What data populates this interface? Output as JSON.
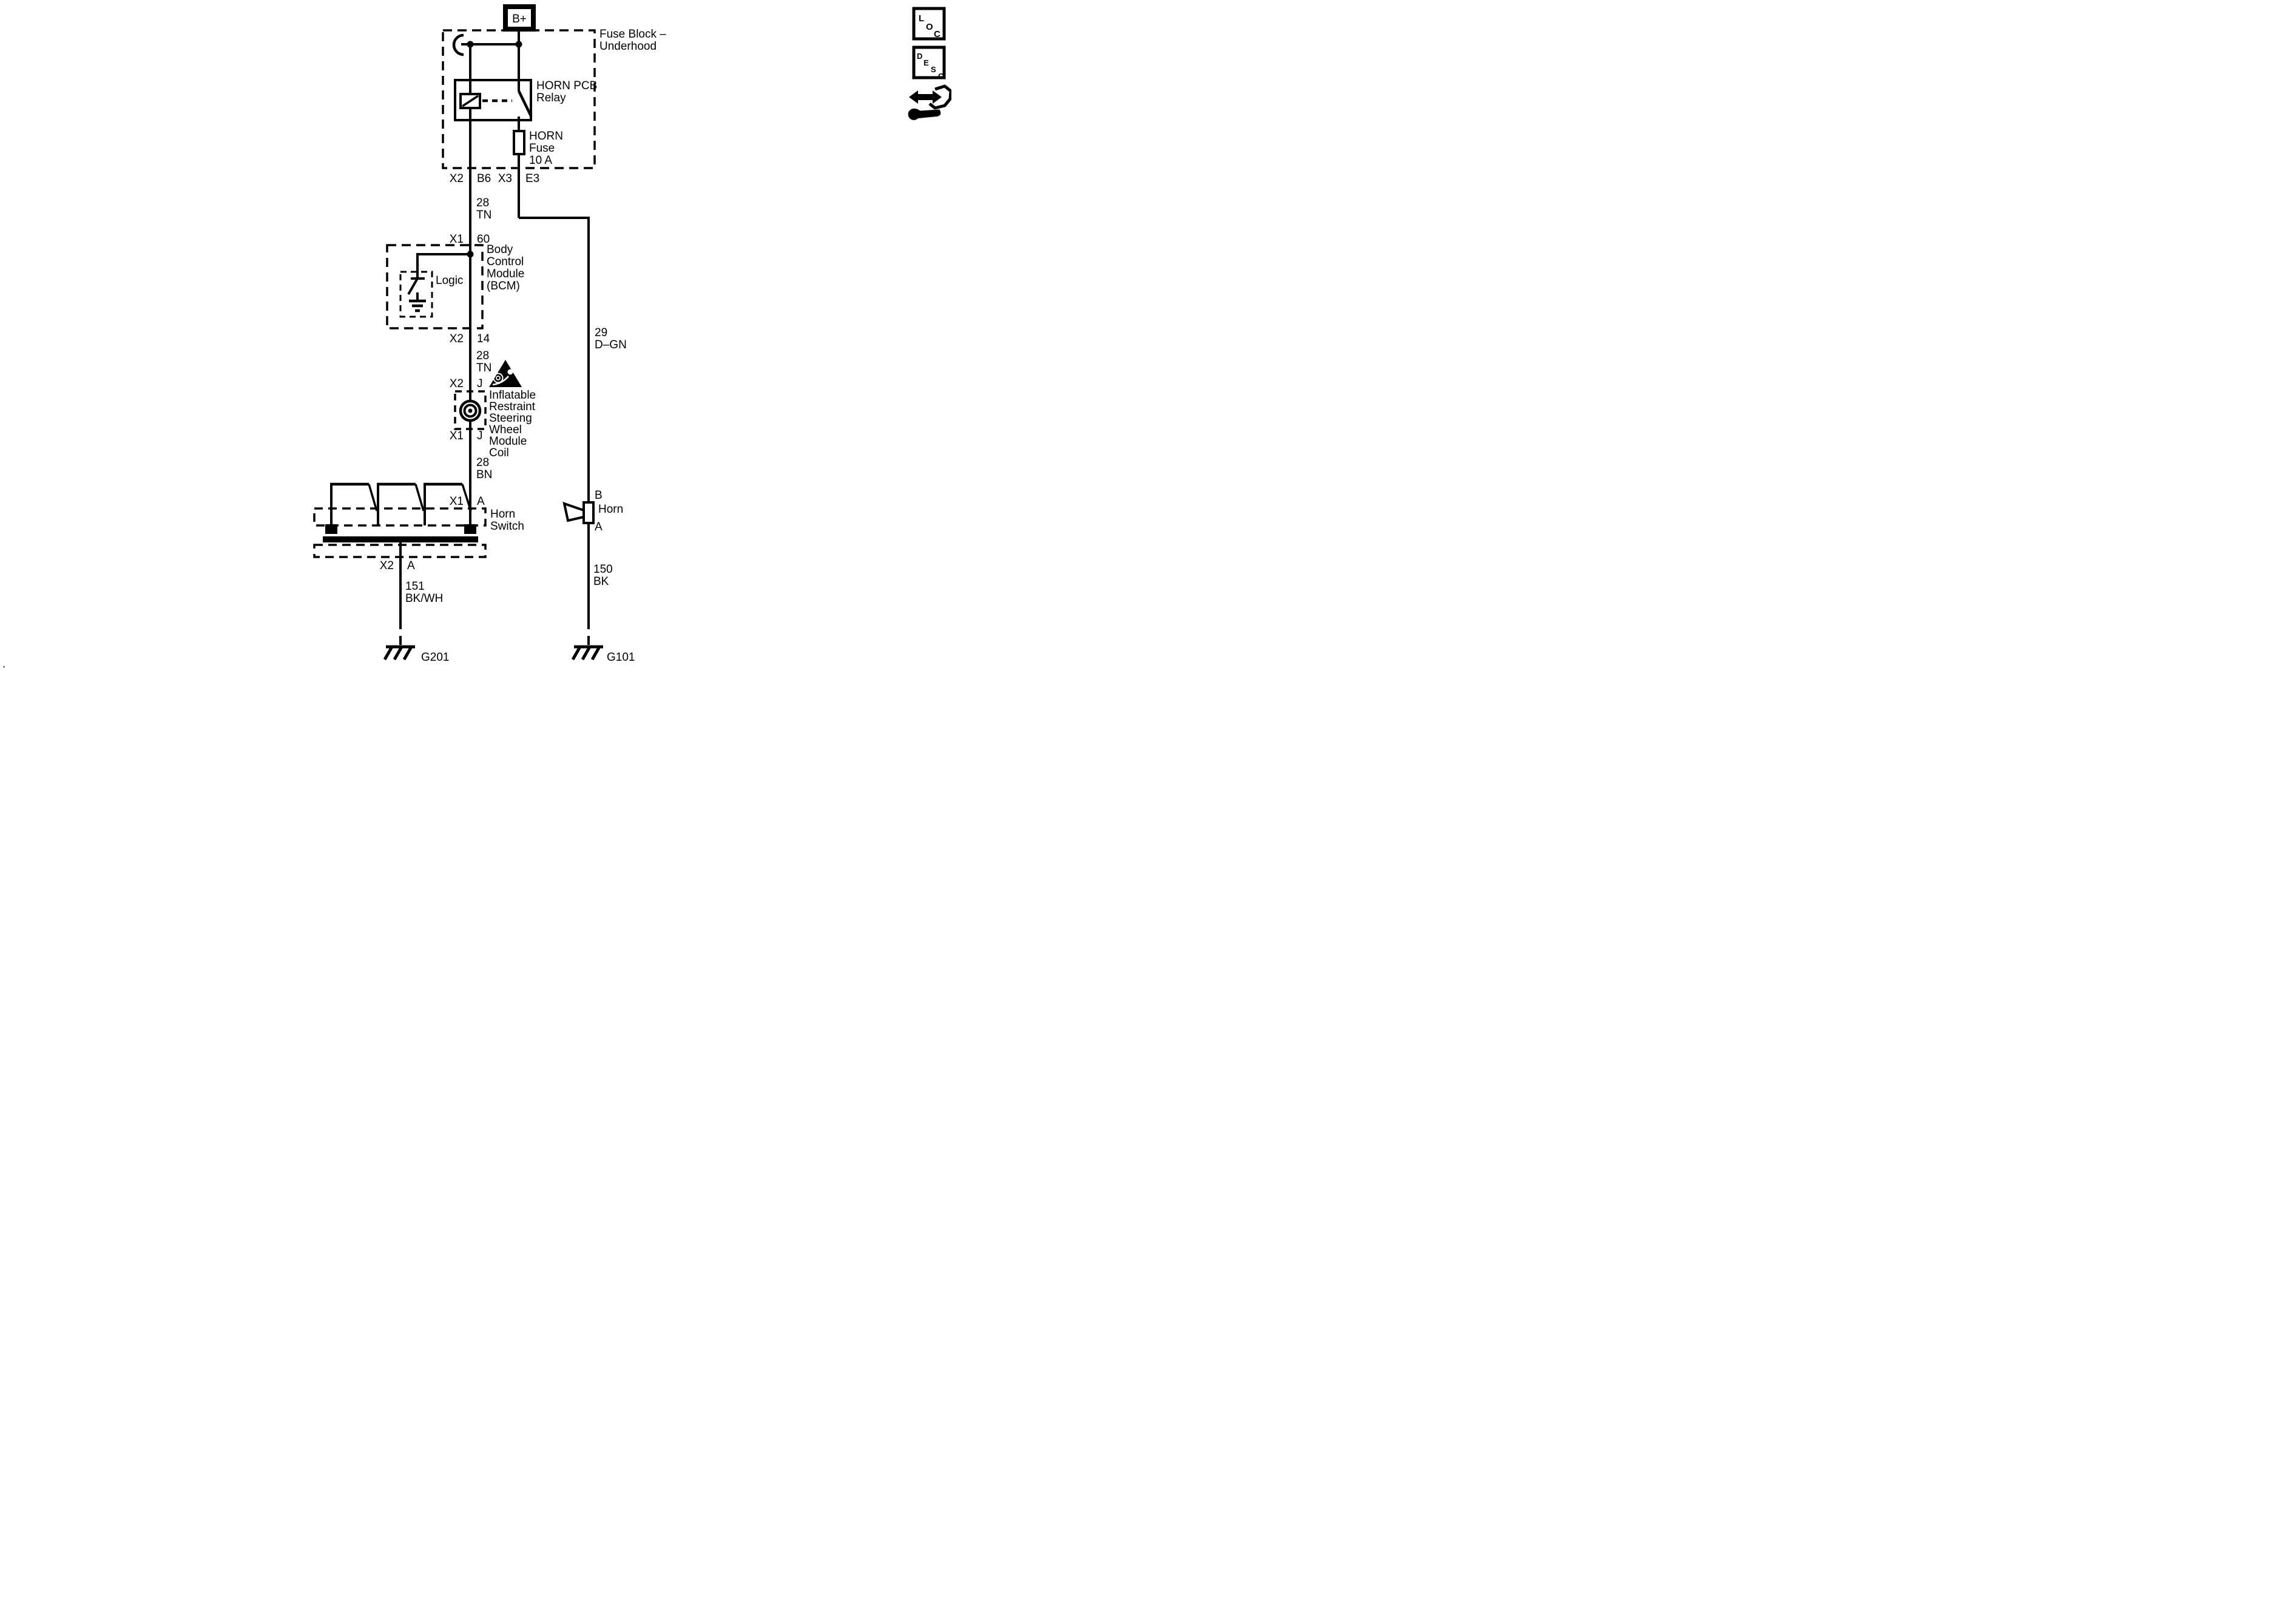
{
  "colors": {
    "ink": "#000000",
    "bg": "#ffffff"
  },
  "power": {
    "label": "B+"
  },
  "fuse_block": {
    "label": [
      "Fuse Block –",
      "Underhood"
    ],
    "relay_label": [
      "HORN PCB",
      "Relay"
    ],
    "fuse_label": [
      "HORN",
      "Fuse",
      "10 A"
    ]
  },
  "pins": {
    "fb_left": [
      "X2",
      "B6"
    ],
    "fb_right": [
      "X3",
      "E3"
    ],
    "bcm_in": [
      "X1",
      "60"
    ],
    "bcm_out": [
      "X2",
      "14"
    ],
    "coil_in": [
      "X2",
      "J"
    ],
    "coil_out": [
      "X1",
      "J"
    ],
    "hs_in": [
      "X1",
      "A"
    ],
    "hs_out": [
      "X2",
      "A"
    ],
    "horn_in": "B",
    "horn_out": "A"
  },
  "wires": {
    "tn_upper": [
      "28",
      "TN"
    ],
    "tn_lower": [
      "28",
      "TN"
    ],
    "bn": [
      "28",
      "BN"
    ],
    "dgn": [
      "29",
      "D–GN"
    ],
    "bkwh": [
      "151",
      "BK/WH"
    ],
    "bk": [
      "150",
      "BK"
    ]
  },
  "bcm": {
    "label": [
      "Body",
      "Control",
      "Module",
      "(BCM)"
    ],
    "logic_label": "Logic"
  },
  "coil": {
    "label": [
      "Inflatable",
      "Restraint",
      "Steering",
      "Wheel",
      "Module",
      "Coil"
    ]
  },
  "horn_switch": {
    "label": [
      "Horn",
      "Switch"
    ]
  },
  "horn": {
    "label": "Horn"
  },
  "grounds": {
    "left": "G201",
    "right": "G101"
  },
  "sidebar": {
    "loc": [
      "L",
      "O",
      "C"
    ],
    "desc": [
      "D",
      "E",
      "S",
      "C"
    ]
  },
  "artifact_dot": "."
}
